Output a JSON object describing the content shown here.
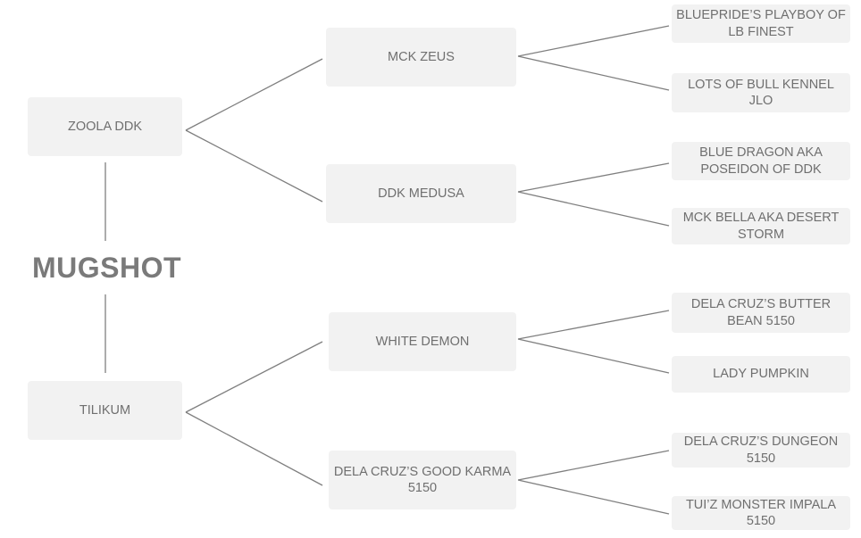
{
  "subject": {
    "name": "MUGSHOT"
  },
  "sire": {
    "name": "ZOOLA DDK",
    "sire": {
      "name": "MCK ZEUS",
      "sire": {
        "name": "BLUEPRIDE’S PLAYBOY OF LB FINEST"
      },
      "dam": {
        "name": "LOTS OF BULL KENNEL JLO"
      }
    },
    "dam": {
      "name": "DDK MEDUSA",
      "sire": {
        "name": "BLUE DRAGON AKA POSEIDON OF DDK"
      },
      "dam": {
        "name": "MCK BELLA AKA DESERT STORM"
      }
    }
  },
  "dam": {
    "name": "TILIKUM",
    "sire": {
      "name": "WHITE DEMON",
      "sire": {
        "name": "DELA CRUZ’S BUTTER BEAN 5150"
      },
      "dam": {
        "name": "LADY PUMPKIN"
      }
    },
    "dam": {
      "name": "DELA CRUZ’S GOOD KARMA 5150",
      "sire": {
        "name": "DELA CRUZ’S DUNGEON 5150"
      },
      "dam": {
        "name": "TUI’Z MONSTER IMPALA 5150"
      }
    }
  }
}
